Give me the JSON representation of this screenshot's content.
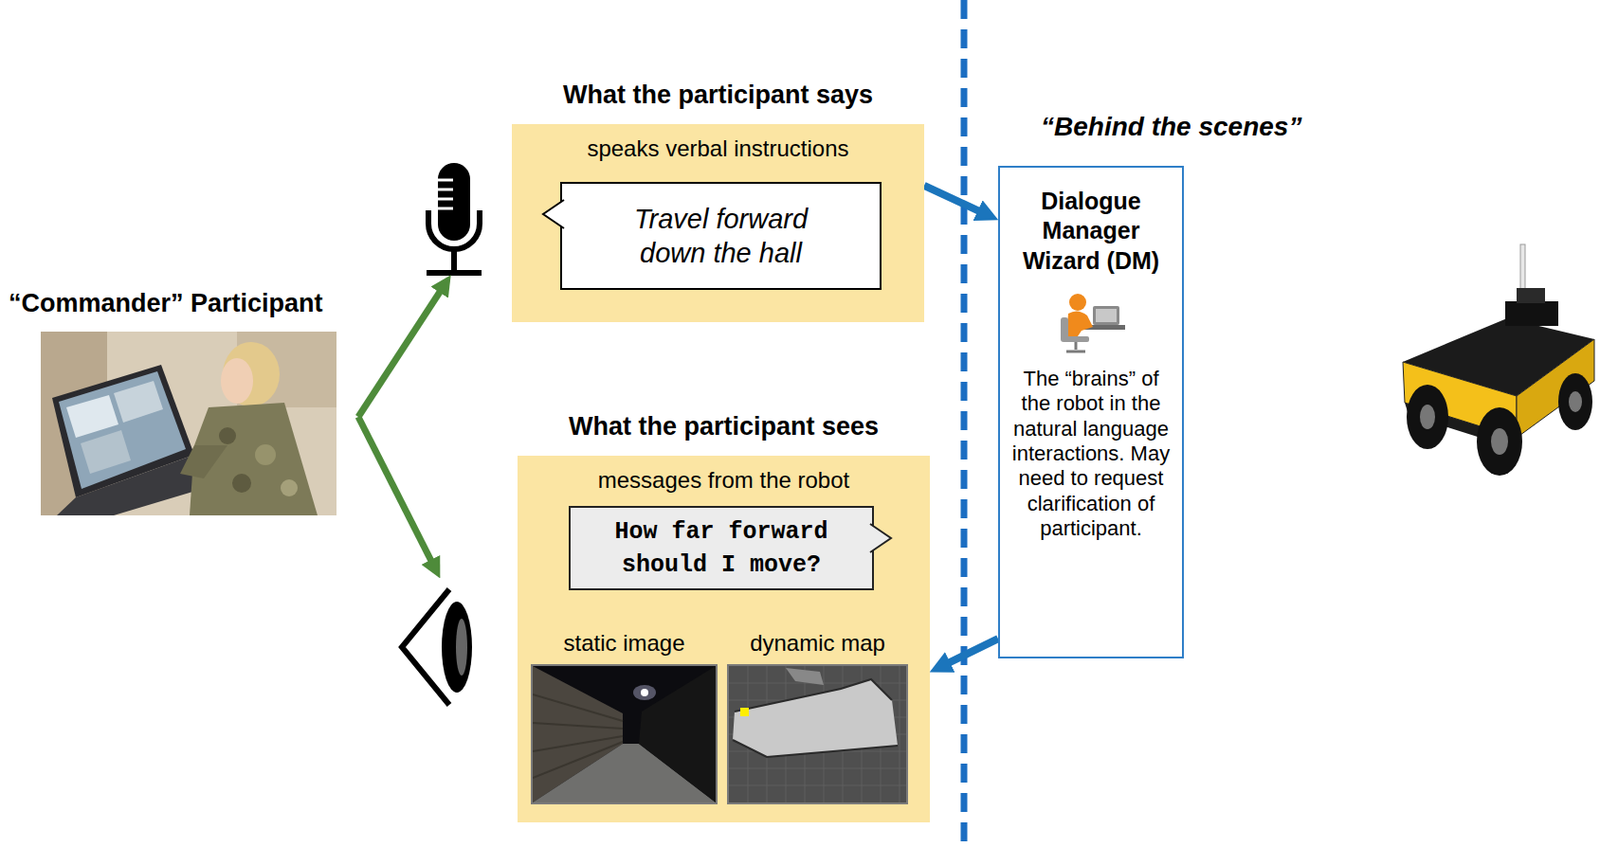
{
  "diagram": {
    "nodes": [
      {
        "text": [
          "What the participant says",
          "speaks verbal instructions"
        ]
      },
      {
        "text": [
          "Travel forward down the hall"
        ],
        "in": 0
      },
      {
        "text": [
          "What the participant sees",
          "messages from the robot"
        ]
      },
      {
        "text": [
          "How far forward should I move?"
        ],
        "in": 2
      },
      {
        "text": [
          "static image"
        ],
        "in": 2
      },
      {
        "text": [
          "dynamic map"
        ],
        "in": 2
      },
      {
        "text": [
          "Dialogue Manager Wizard (DM)",
          "The “brains” of the robot in the natural language interactions. May need to request clarification of participant."
        ]
      }
    ],
    "edges": [
      {
        "from": 0,
        "to": 6,
        "arrow": "to"
      },
      {
        "from": 6,
        "to": 2,
        "arrow": "to"
      }
    ],
    "labels": [
      "“Commander” Participant",
      "“Behind the scenes”"
    ]
  }
}
